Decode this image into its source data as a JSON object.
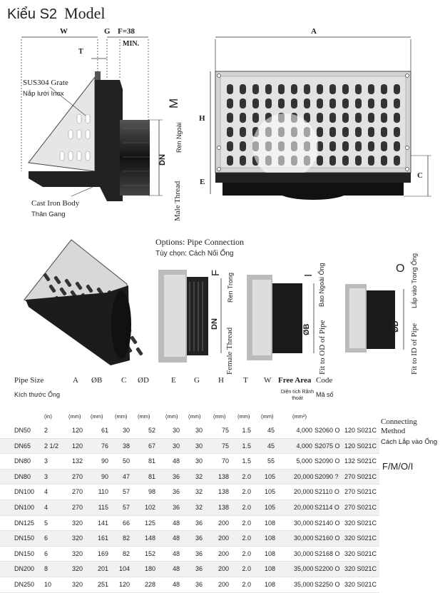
{
  "title": {
    "prefix": "Kiểu  S2",
    "model": "Model"
  },
  "dims": {
    "W": "W",
    "G": "G",
    "F": "F=38",
    "min": "MIN.",
    "T": "T",
    "A": "A",
    "H": "H",
    "E": "E",
    "C": "C",
    "DN": "DN",
    "M": "M",
    "B": "ØB",
    "D": "ØD",
    "I": "I",
    "O": "O",
    "DN2": "DN",
    "F2": "F"
  },
  "labels": {
    "grate_en": "SUS304 Grate",
    "grate_vi": "Nắp lưới Inox",
    "body_en": "Cast Iron Body",
    "body_vi": "Thân Gang",
    "male_en": "Male Thread",
    "male_vi": "Ren Ngoài",
    "female_en": "Female Thread",
    "female_vi": "Ren Trong",
    "fit_od_en": "Fit to OD of Pipe",
    "fit_od_vi": "Bao Ngoài Ống",
    "fit_id_en": "Fit to ID of Pipe",
    "fit_id_vi": "Lắp vào Trong Ống"
  },
  "options": {
    "title": "Options: Pipe Connection",
    "subtitle": "Tùy chọn: Cách Nối Ống"
  },
  "table": {
    "headers": [
      "Pipe Size",
      "A",
      "ØB",
      "C",
      "ØD",
      "E",
      "G",
      "H",
      "T",
      "W",
      "Free Area",
      "Code"
    ],
    "sub_vi": {
      "size": "Kích thước Ống",
      "area": "Diện tích Rãnh thoát",
      "code": "Mã số"
    },
    "units": [
      "(in)",
      "(mm)",
      "(mm)",
      "(mm)",
      "(mm)",
      "(mm)",
      "(mm)",
      "(mm)",
      "(mm)",
      "(mm)",
      "(mm²)"
    ],
    "rows": [
      [
        "DN50",
        "2",
        "120",
        "61",
        "30",
        "52",
        "30",
        "30",
        "75",
        "1.5",
        "45",
        "4,000",
        "S2060 O",
        "120 S021C"
      ],
      [
        "DN65",
        "2 1/2",
        "120",
        "76",
        "38",
        "67",
        "30",
        "30",
        "75",
        "1.5",
        "45",
        "4,000",
        "S2075 O",
        "120 S021C"
      ],
      [
        "DN80",
        "3",
        "132",
        "90",
        "50",
        "81",
        "48",
        "30",
        "70",
        "1.5",
        "55",
        "5,000",
        "S2090 O",
        "132 S021C"
      ],
      [
        "DN80",
        "3",
        "270",
        "90",
        "47",
        "81",
        "36",
        "32",
        "138",
        "2.0",
        "105",
        "20,000",
        "S2090 ?",
        "270 S021C"
      ],
      [
        "DN100",
        "4",
        "270",
        "110",
        "57",
        "98",
        "36",
        "32",
        "138",
        "2.0",
        "105",
        "20,000",
        "S2110 O",
        "270 S021C"
      ],
      [
        "DN100",
        "4",
        "270",
        "115",
        "57",
        "102",
        "36",
        "32",
        "138",
        "2.0",
        "105",
        "20,000",
        "S2114 O",
        "270 S021C"
      ],
      [
        "DN125",
        "5",
        "320",
        "141",
        "66",
        "125",
        "48",
        "36",
        "200",
        "2.0",
        "108",
        "30,000",
        "S2140 O",
        "320 S021C"
      ],
      [
        "DN150",
        "6",
        "320",
        "161",
        "82",
        "148",
        "48",
        "36",
        "200",
        "2.0",
        "108",
        "30,000",
        "S2160 O",
        "320 S021C"
      ],
      [
        "DN150",
        "6",
        "320",
        "169",
        "82",
        "152",
        "48",
        "36",
        "200",
        "2.0",
        "108",
        "30,000",
        "S2168 O",
        "320 S021C"
      ],
      [
        "DN200",
        "8",
        "320",
        "201",
        "104",
        "180",
        "48",
        "36",
        "200",
        "2.0",
        "108",
        "35,000",
        "S2200 O",
        "320 S021C"
      ],
      [
        "DN250",
        "10",
        "320",
        "251",
        "120",
        "228",
        "48",
        "36",
        "200",
        "2.0",
        "108",
        "35,000",
        "S2250 O",
        "320 S021C"
      ]
    ]
  },
  "side": {
    "en": "Connecting Method",
    "vi": "Cách Lắp vào Ống",
    "options": "F/M/O/I"
  }
}
